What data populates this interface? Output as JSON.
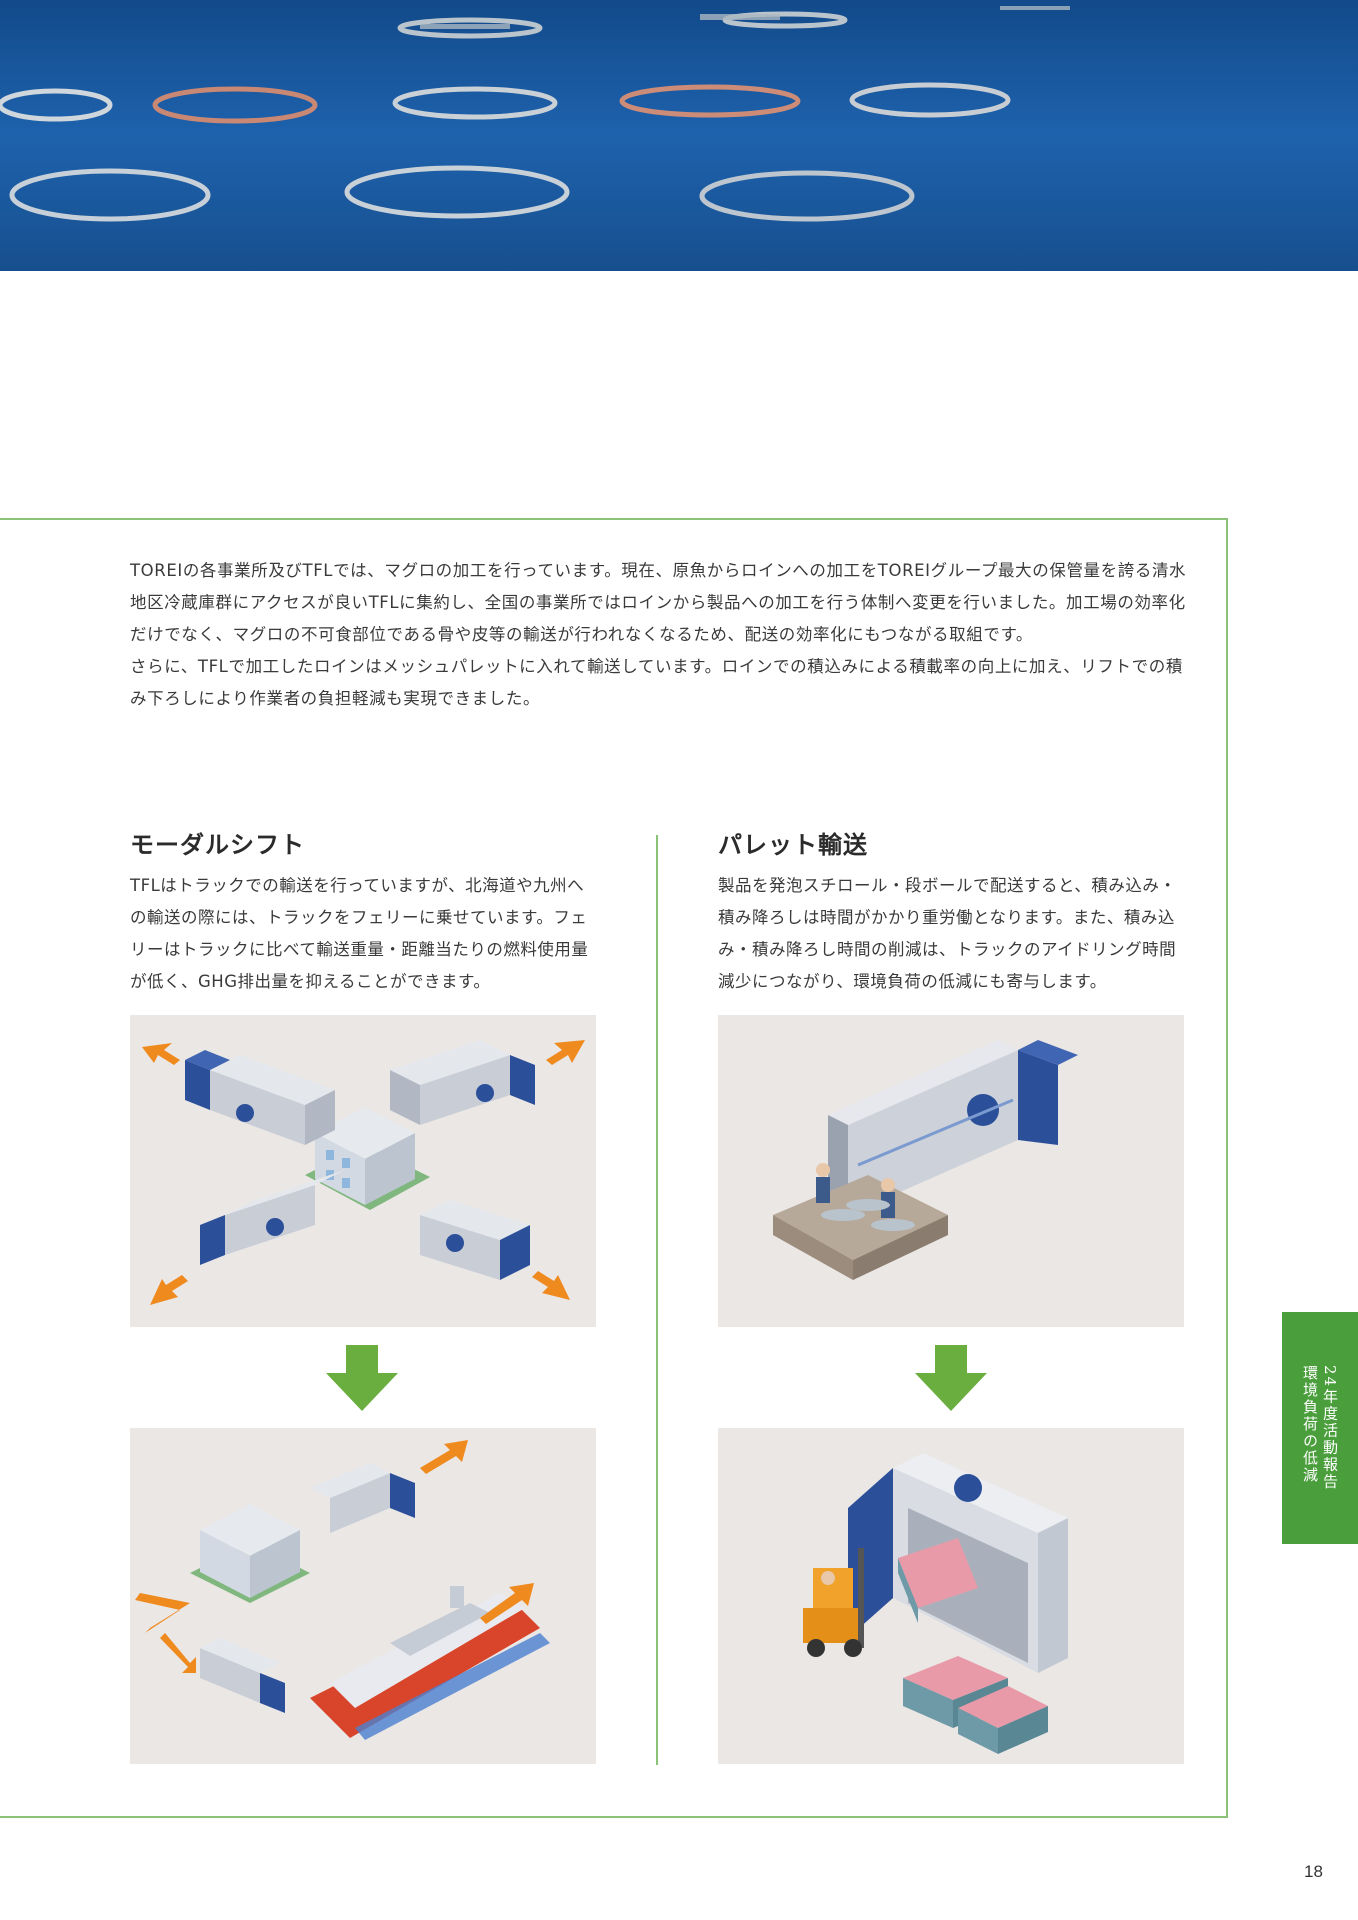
{
  "intro": {
    "p1": "TOREIの各事業所及びTFLでは、マグロの加工を行っています。現在、原魚からロインへの加工をTOREIグループ最大の保管量を誇る清水地区冷蔵庫群にアクセスが良いTFLに集約し、全国の事業所ではロインから製品への加工を行う体制へ変更を行いました。加工場の効率化だけでなく、マグロの不可食部位である骨や皮等の輸送が行われなくなるため、配送の効率化にもつながる取組です。",
    "p2": "さらに、TFLで加工したロインはメッシュパレットに入れて輸送しています。ロインでの積込みによる積載率の向上に加え、リフトでの積み下ろしにより作業者の負担軽減も実現できました。"
  },
  "modal_shift": {
    "title": "モーダルシフト",
    "body": "TFLはトラックでの輸送を行っていますが、北海道や九州への輸送の際には、トラックをフェリーに乗せています。フェリーはトラックに比べて輸送重量・距離当たりの燃料使用量が低く、GHG排出量を抑えることができます。"
  },
  "pallet": {
    "title": "パレット輸送",
    "body": "製品を発泡スチロール・段ボールで配送すると、積み込み・積み降ろしは時間がかかり重労働となります。また、積み込み・積み降ろし時間の削減は、トラックのアイドリング時間減少につながり、環境負荷の低減にも寄与します。"
  },
  "side_tab": {
    "line1": "24年度活動報告",
    "line2": "環境負荷の低減"
  },
  "page_number": "18",
  "colors": {
    "accent_green": "#4a9e3c",
    "border_green": "#8cc276",
    "arrow_green": "#6aae3f",
    "truck_blue": "#2c4f9a",
    "arrow_orange": "#ef8a1f"
  }
}
